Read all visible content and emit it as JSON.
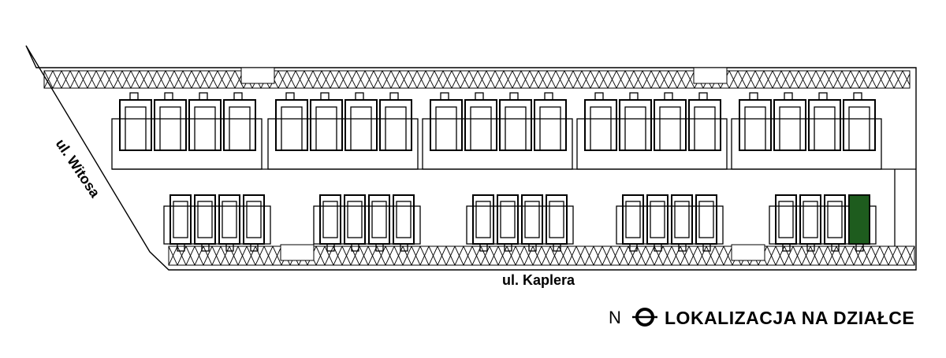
{
  "plan": {
    "streets": {
      "left": "ul. Witosa",
      "bottom": "ul. Kaplera"
    },
    "legend": {
      "north_label": "N",
      "caption": "LOKALIZACJA NA DZIAŁCE"
    },
    "colors": {
      "highlight": "#1e5c1e",
      "line": "#000000",
      "background": "#ffffff"
    }
  }
}
